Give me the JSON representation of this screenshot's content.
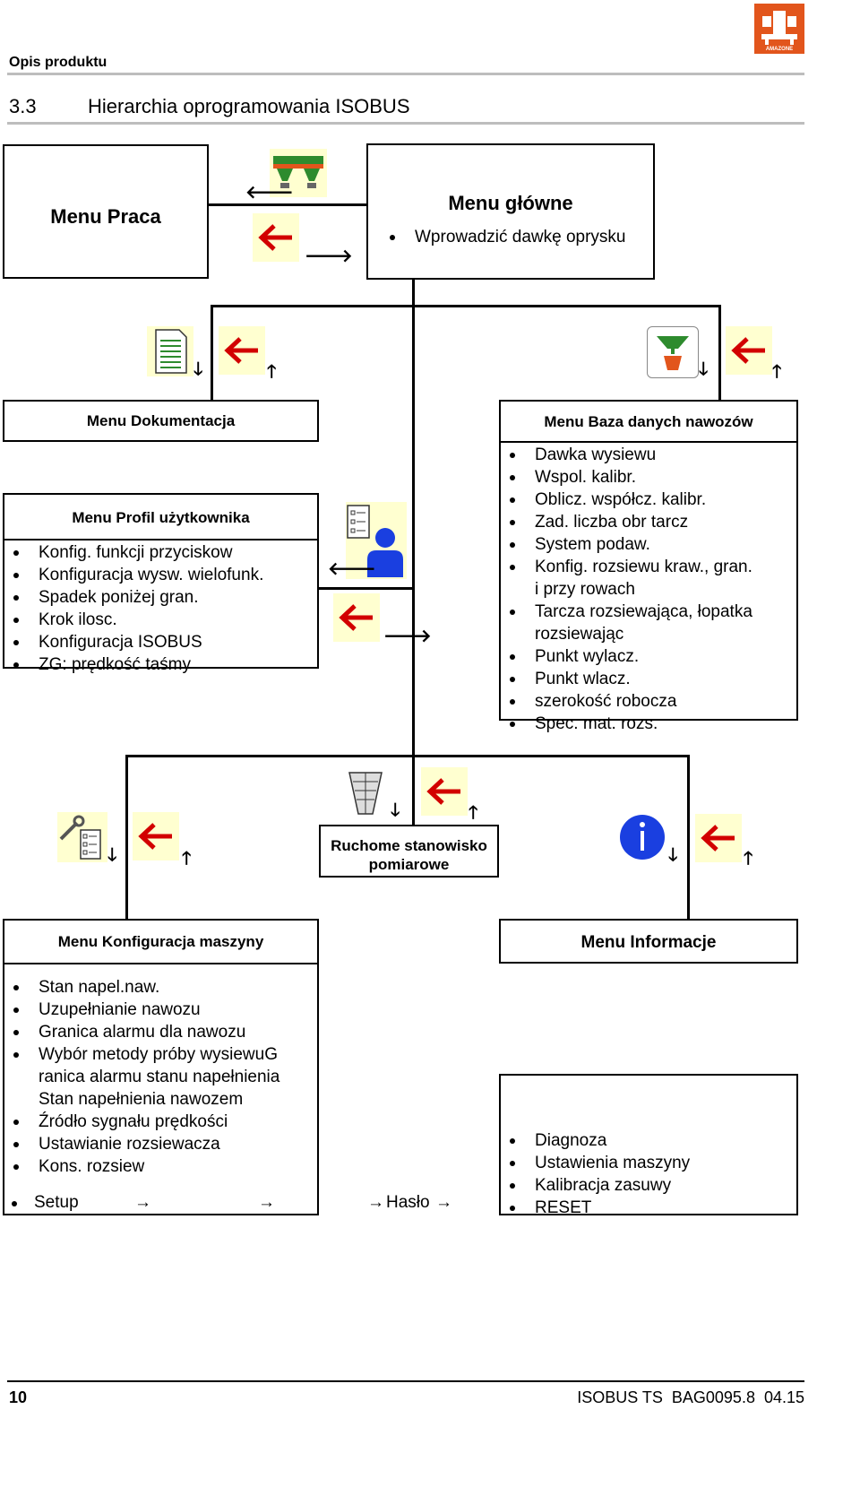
{
  "header": {
    "section_label": "Opis produktu",
    "heading_number": "3.3",
    "heading_title": "Hierarchia oprogramowania ISOBUS",
    "brand": "AMAZONE"
  },
  "menu_praca": {
    "title": "Menu Praca"
  },
  "menu_glowne": {
    "title": "Menu główne",
    "items": [
      "Wprowadzić dawkę oprysku"
    ]
  },
  "menu_dokumentacja": {
    "title": "Menu Dokumentacja"
  },
  "menu_profil": {
    "title": "Menu Profil użytkownika",
    "items": [
      "Konfig. funkcji przyciskow",
      "Konfiguracja wysw. wielofunk.",
      "Spadek poniżej gran.",
      "Krok ilosc.",
      "Konfiguracja ISOBUS",
      "ZG: prędkość taśmy"
    ]
  },
  "menu_baza": {
    "title": "Menu Baza danych nawozów",
    "items": [
      "Dawka wysiewu",
      "Wspol. kalibr.",
      "Oblicz. współcz. kalibr.",
      "Zad. liczba obr tarcz",
      "System podaw.",
      "Konfig. rozsiewu kraw., gran. i przy rowach",
      "Tarcza rozsiewająca, łopatka rozsiewając",
      "Punkt wylacz.",
      "Punkt wlacz.",
      "szerokość robocza",
      "Spec. mat. rozs."
    ]
  },
  "ruchome": {
    "line1": "Ruchome stanowisko",
    "line2": "pomiarowe"
  },
  "menu_konfiguracja": {
    "title": "Menu Konfiguracja maszyny",
    "items": [
      "Stan napel.naw.",
      "Uzupełnianie nawozu",
      "Granica alarmu dla nawozu",
      "Wybór metody próby wysiewuGranica alarmu stanu napełnieniaStan napełnienia nawozem",
      "Źródło sygnału prędkości",
      "Ustawianie rozsiewacza",
      "Kons. rozsiew"
    ],
    "setup_label": "Setup",
    "haslo_label": "Hasło",
    "arrow": "→"
  },
  "menu_informacje": {
    "title": "Menu Informacje",
    "items": [
      "Diagnoza",
      "Ustawienia maszyny",
      "Kalibracja zasuwy",
      "RESET"
    ]
  },
  "arrows": {
    "left": "🡐",
    "right": "🡒",
    "down": "🡓",
    "up": "🡑"
  },
  "footer": {
    "page_number": "10",
    "doc_ref": "ISOBUS TS  BAG0095.8  04.15"
  },
  "colors": {
    "brand": "#e2551c",
    "icon_bg": "#ffffd0",
    "back_arrow": "#d20000",
    "info_blue": "#1a3fe0",
    "rule": "#bdbdbd"
  }
}
